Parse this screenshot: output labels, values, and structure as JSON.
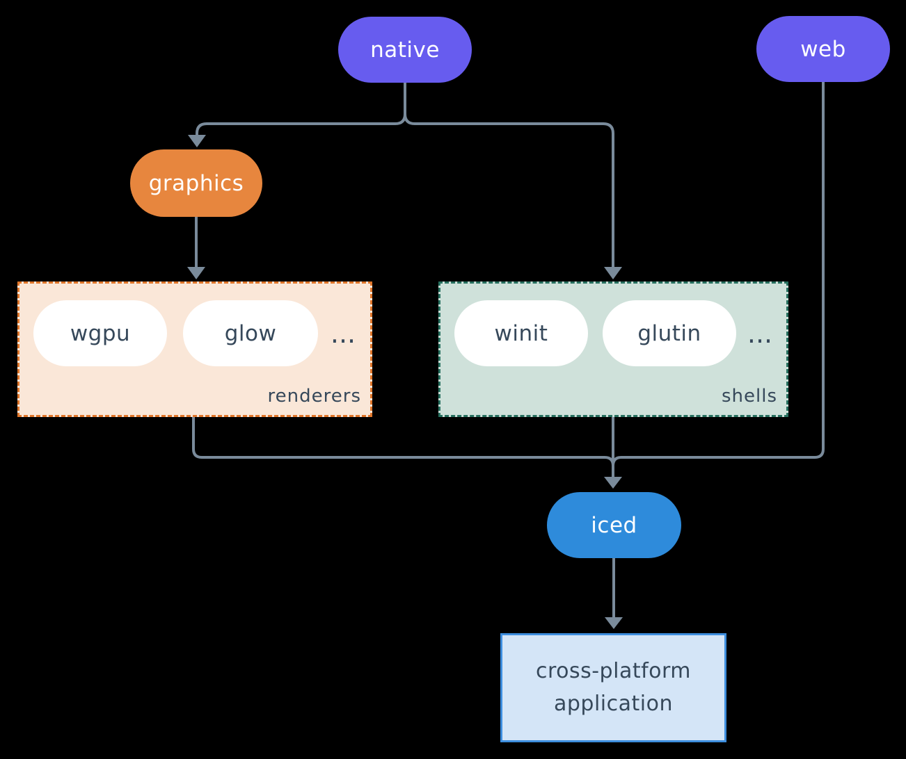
{
  "nodes": {
    "native": "native",
    "web": "web",
    "graphics": "graphics",
    "iced": "iced",
    "application": "cross-platform application"
  },
  "groups": {
    "renderers": {
      "label": "renderers",
      "pills": [
        "wgpu",
        "glow"
      ],
      "more": "..."
    },
    "shells": {
      "label": "shells",
      "pills": [
        "winit",
        "glutin"
      ],
      "more": "..."
    }
  },
  "colors": {
    "page-bg": "#000000",
    "purple": "#675CEF",
    "orange": "#E7863E",
    "peach-bg": "#FAE7D8",
    "orange-border": "#E0762A",
    "sage-bg": "#CFE1DA",
    "teal-border": "#27705F",
    "blue": "#2E8BDB",
    "app-bg": "#D4E5F7",
    "app-border": "#3E8EDE",
    "line": "#7A8B9B",
    "text-dark": "#36485A",
    "text-light": "#FFFFFF"
  }
}
